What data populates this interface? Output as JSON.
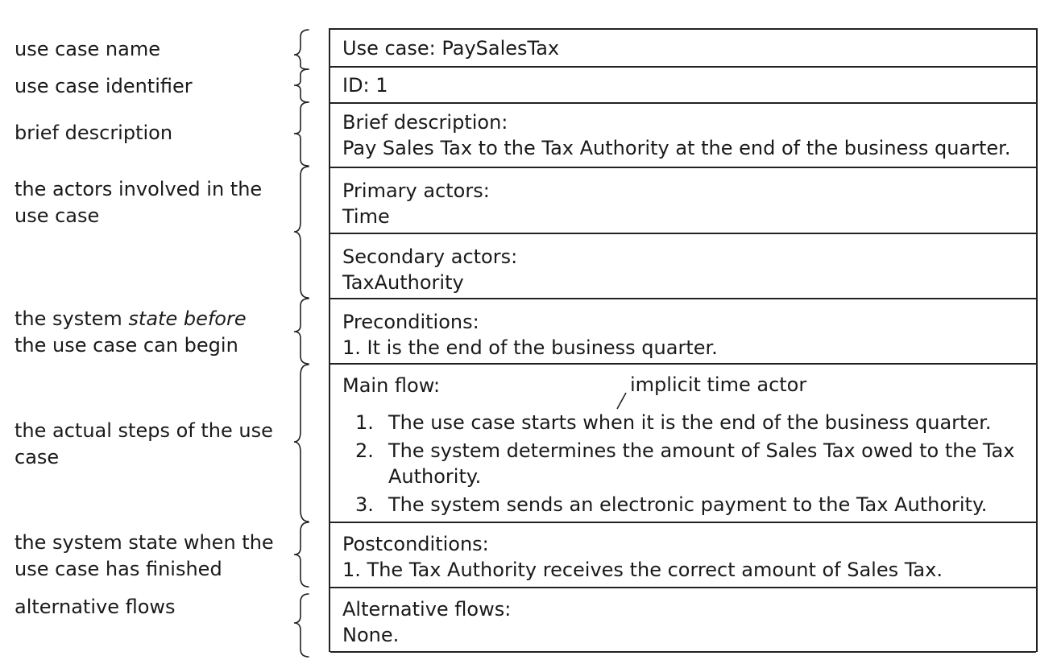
{
  "labels": [
    {
      "id": "name",
      "lines": [
        "use case name"
      ]
    },
    {
      "id": "identifier",
      "lines": [
        "use case identifier"
      ]
    },
    {
      "id": "description",
      "lines": [
        "brief description"
      ]
    },
    {
      "id": "actors",
      "lines": [
        "the actors involved in the",
        "use case"
      ]
    },
    {
      "id": "state-before",
      "pre": "the system ",
      "em": "state before",
      "post": "the use case can begin"
    },
    {
      "id": "steps",
      "lines": [
        "the actual steps of the use",
        "case"
      ]
    },
    {
      "id": "state-after",
      "lines": [
        "the system state when the",
        "use case has finished"
      ]
    },
    {
      "id": "alternatives",
      "lines": [
        "alternative flows"
      ]
    }
  ],
  "table": {
    "name": "Use case: PaySalesTax",
    "id": "ID: 1",
    "brief_title": "Brief description:",
    "brief_text": "Pay Sales Tax to the Tax Authority at the end of the business quarter.",
    "primary_title": "Primary actors:",
    "primary_text": "Time",
    "secondary_title": "Secondary actors:",
    "secondary_text": "TaxAuthority",
    "pre_title": "Preconditions:",
    "pre_text": "1. It is the end of the business quarter.",
    "main_title": "Main flow:",
    "main_steps": [
      {
        "n": "1.",
        "lines": [
          "The use case starts when it is the end of the business quarter."
        ]
      },
      {
        "n": "2.",
        "lines": [
          "The system determines the amount of Sales Tax owed to the Tax",
          "Authority."
        ]
      },
      {
        "n": "3.",
        "lines": [
          "The system sends an electronic payment to the Tax Authority."
        ]
      }
    ],
    "post_title": "Postconditions:",
    "post_text": "1. The Tax Authority receives the correct amount of Sales Tax.",
    "alt_title": "Alternative flows:",
    "alt_text": "None."
  },
  "annotation": "implicit time actor"
}
